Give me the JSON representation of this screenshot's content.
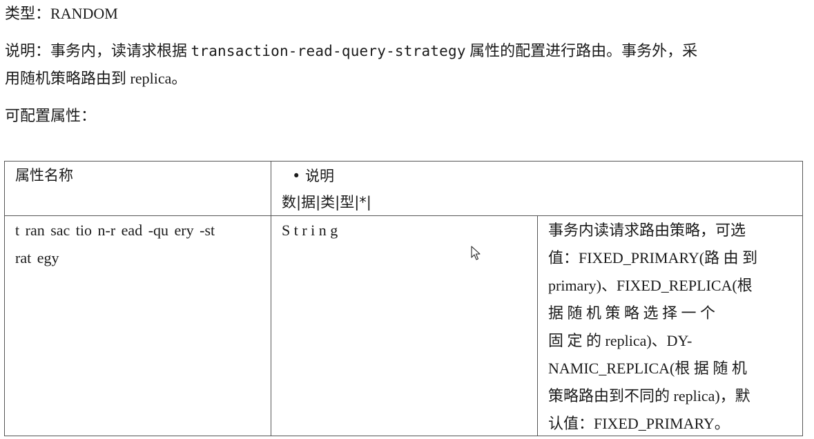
{
  "document": {
    "type_line": {
      "label": "类型：",
      "value": "RANDOM"
    },
    "description_line": {
      "label": "说明：",
      "text_before_code": "事务内，读请求根据 ",
      "code": "transaction-read-query-strategy",
      "text_after_code": " 属性的配置进行路由。事务外，采",
      "continuation": "用随机策略路由到 replica。"
    },
    "configurable_label": "可配置属性："
  },
  "table": {
    "header": {
      "name_col": "属性名称",
      "desc_col_bullet": "• 说明",
      "desc_col_sub": "数|据|类|型|*|"
    },
    "rows": [
      {
        "name_line1": "t ran sac tio n-r ead -qu ery -st",
        "name_line2": "rat egy",
        "type": "String",
        "description_lines": [
          "事务内读请求路由策略，可选",
          "值：FIXED_PRIMARY(路 由 到",
          "primary)、FIXED_REPLICA(根",
          "据 随 机 策 略 选 择 一 个",
          "固 定 的 replica)、DY-",
          "NAMIC_REPLICA(根 据 随 机",
          "策略路由到不同的 replica)，默",
          "认值：FIXED_PRIMARY。"
        ]
      }
    ]
  },
  "cursor": {
    "icon": "arrow-pointer-icon"
  }
}
